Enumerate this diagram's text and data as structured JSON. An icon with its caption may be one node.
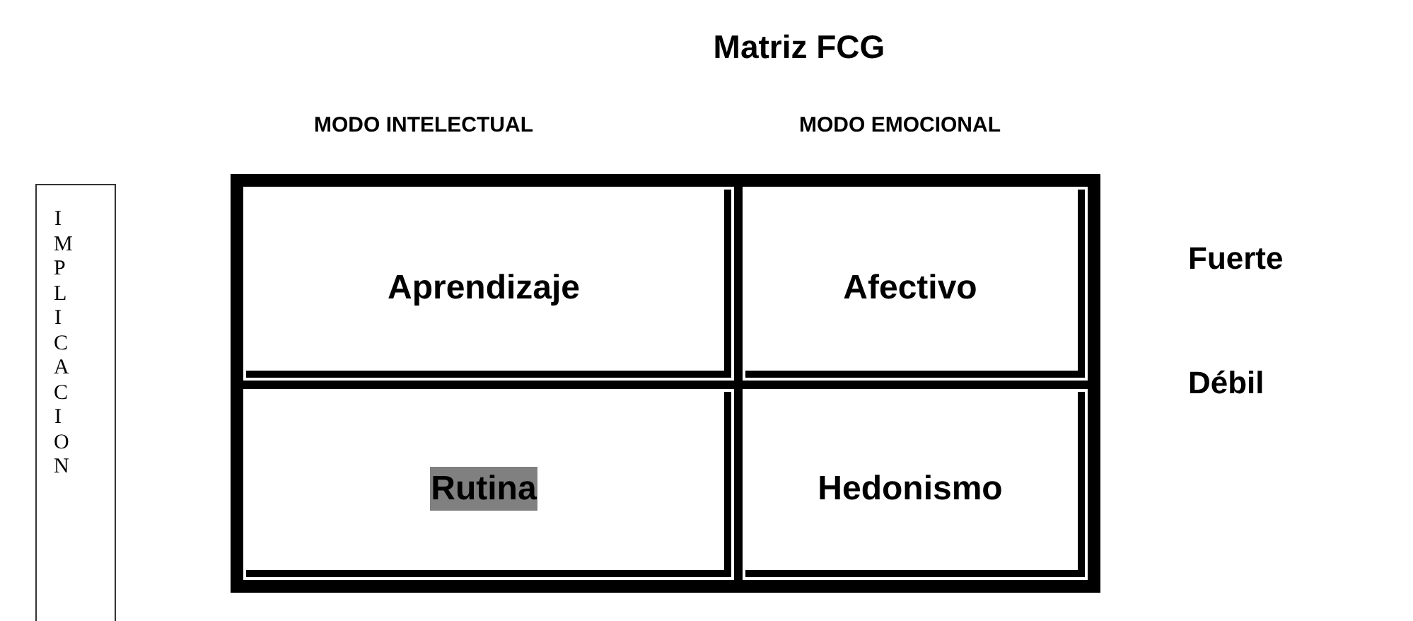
{
  "diagram": {
    "title": "Matriz FCG",
    "nodes": [
      {
        "text": [
          "IMPLICACION"
        ]
      },
      {
        "text": [
          "Aprendizaje"
        ]
      },
      {
        "text": [
          "Afectivo"
        ]
      },
      {
        "text": [
          "Rutina"
        ]
      },
      {
        "text": [
          "Hedonismo"
        ]
      }
    ],
    "labels": [
      "MODO INTELECTUAL",
      "MODO EMOCIONAL",
      "Fuerte",
      "Débil"
    ]
  }
}
